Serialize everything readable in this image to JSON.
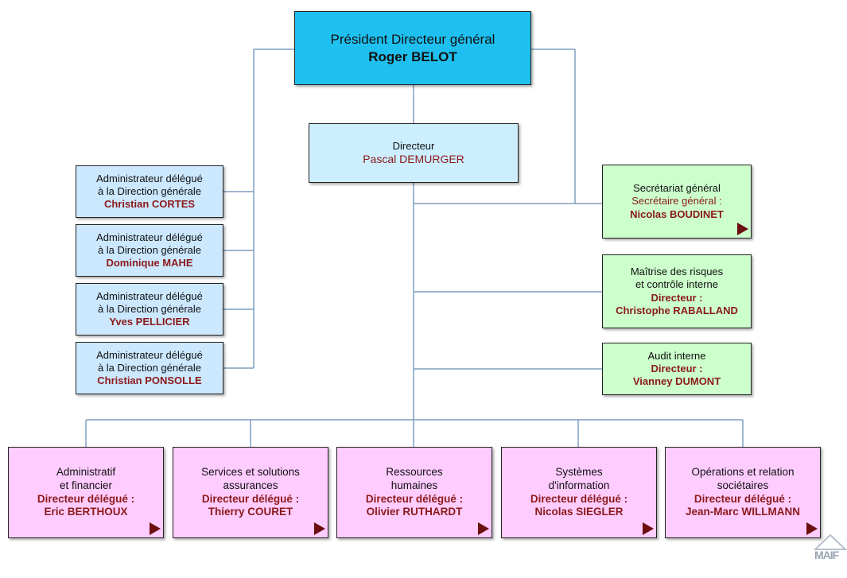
{
  "ceo": {
    "line1": "Président Directeur général",
    "line2": "Roger BELOT"
  },
  "director": {
    "line1": "Directeur",
    "line2": "Pascal DEMURGER"
  },
  "delegates": [
    {
      "l1": "Administrateur délégué",
      "l2": "à la Direction générale",
      "name": "Christian CORTES"
    },
    {
      "l1": "Administrateur délégué",
      "l2": "à la Direction générale",
      "name": "Dominique MAHE"
    },
    {
      "l1": "Administrateur délégué",
      "l2": "à la Direction générale",
      "name": "Yves PELLICIER"
    },
    {
      "l1": "Administrateur délégué",
      "l2": "à la Direction générale",
      "name": "Christian PONSOLLE"
    }
  ],
  "secretariat": {
    "l1": "Secrétariat général",
    "l2": "Secrétaire général :",
    "name": "Nicolas BOUDINET"
  },
  "risk": {
    "l1": "Maîtrise des risques",
    "l2": "et contrôle interne",
    "role": "Directeur :",
    "name": "Christophe RABALLAND"
  },
  "audit": {
    "l1": "Audit interne",
    "role": "Directeur :",
    "name": "Vianney DUMONT"
  },
  "departments": [
    {
      "l1": "Administratif",
      "l2": "et financier",
      "role": "Directeur délégué :",
      "name": "Eric BERTHOUX"
    },
    {
      "l1": "Services et solutions",
      "l2": "assurances",
      "role": "Directeur délégué :",
      "name": "Thierry COURET"
    },
    {
      "l1": "Ressources",
      "l2": "humaines",
      "role": "Directeur délégué :",
      "name": "Olivier RUTHARDT"
    },
    {
      "l1": "Systèmes",
      "l2": "d'information",
      "role": "Directeur délégué :",
      "name": "Nicolas SIEGLER"
    },
    {
      "l1": "Opérations et relation",
      "l2": "sociétaires",
      "role": "Directeur délégué :",
      "name": "Jean-Marc WILLMANN"
    }
  ],
  "logo": {
    "text": "MAIF"
  },
  "colors": {
    "connector": "#7f9fc0",
    "ceo": "#1ec0f0",
    "director": "#cceeff",
    "delegate": "#cce8ff",
    "staff": "#ccffcc",
    "department": "#ffccff",
    "name": "#8b1a1a",
    "arrow": "#6b0f0f"
  }
}
